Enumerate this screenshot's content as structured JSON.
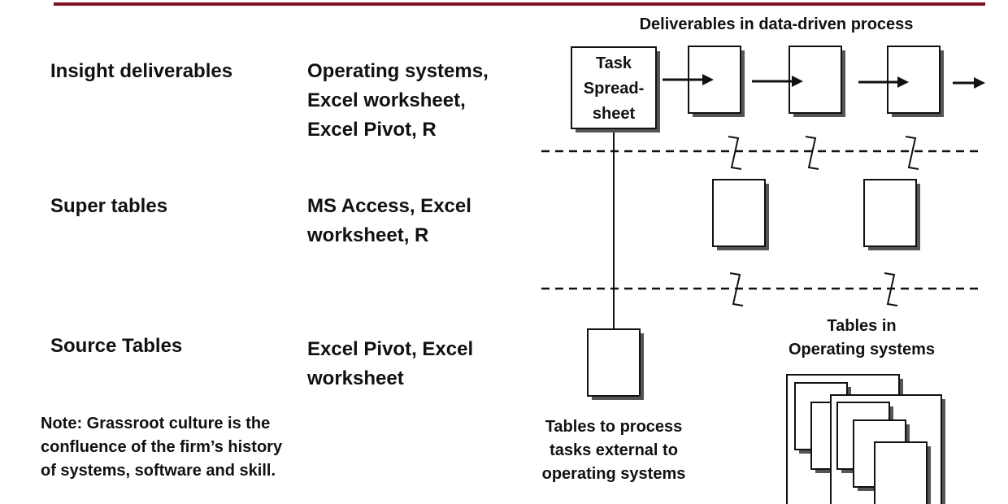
{
  "rows": [
    {
      "level": "Insight deliverables",
      "tools": "Operating systems,\nExcel worksheet,\nExcel Pivot, R"
    },
    {
      "level": "Super tables",
      "tools": "MS Access, Excel\nworksheet, R"
    },
    {
      "level": "Source Tables",
      "tools": "Excel Pivot, Excel\nworksheet"
    }
  ],
  "note": "Note: Grassroot culture is the\nconfluence of the firm’s history\nof systems, software and skill.",
  "diagram": {
    "title": "Deliverables in data-driven process",
    "task_box_label": "Task\nSpread-\nsheet",
    "external_tables_label": "Tables to process\ntasks external to\noperating systems",
    "operating_tables_label": "Tables in\nOperating systems"
  },
  "colors": {
    "accent_rule": "#7a1020",
    "line": "#111111"
  }
}
